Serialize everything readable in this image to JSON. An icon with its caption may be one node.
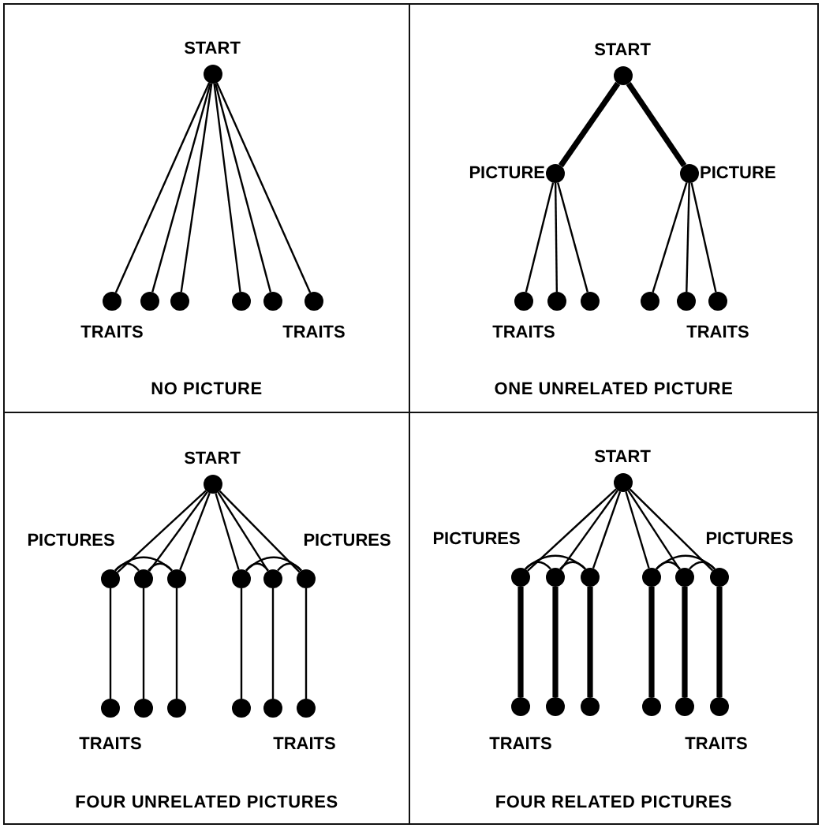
{
  "diagram": {
    "nodes": [
      {
        "text": [
          "NO PICTURE"
        ]
      },
      {
        "text": [
          "START"
        ],
        "in": 0
      },
      {
        "text": [],
        "shape": "circle",
        "in": 0
      },
      {
        "text": [],
        "shape": "circle",
        "in": 0
      },
      {
        "text": [],
        "shape": "circle",
        "in": 0
      },
      {
        "text": [],
        "shape": "circle",
        "in": 0
      },
      {
        "text": [],
        "shape": "circle",
        "in": 0
      },
      {
        "text": [],
        "shape": "circle",
        "in": 0
      },
      {
        "text": [
          "ONE UNRELATED PICTURE"
        ]
      },
      {
        "text": [
          "START"
        ],
        "in": 8
      },
      {
        "text": [
          "PICTURE"
        ],
        "in": 8
      },
      {
        "text": [
          "PICTURE"
        ],
        "in": 8
      },
      {
        "text": [],
        "shape": "circle",
        "in": 8
      },
      {
        "text": [],
        "shape": "circle",
        "in": 8
      },
      {
        "text": [],
        "shape": "circle",
        "in": 8
      },
      {
        "text": [],
        "shape": "circle",
        "in": 8
      },
      {
        "text": [],
        "shape": "circle",
        "in": 8
      },
      {
        "text": [],
        "shape": "circle",
        "in": 8
      },
      {
        "text": [
          "FOUR UNRELATED PICTURES"
        ]
      },
      {
        "text": [
          "START"
        ],
        "in": 18
      },
      {
        "text": [],
        "shape": "circle",
        "in": 18
      },
      {
        "text": [],
        "shape": "circle",
        "in": 18
      },
      {
        "text": [],
        "shape": "circle",
        "in": 18
      },
      {
        "text": [],
        "shape": "circle",
        "in": 18
      },
      {
        "text": [],
        "shape": "circle",
        "in": 18
      },
      {
        "text": [],
        "shape": "circle",
        "in": 18
      },
      {
        "text": [],
        "shape": "circle",
        "in": 18
      },
      {
        "text": [],
        "shape": "circle",
        "in": 18
      },
      {
        "text": [],
        "shape": "circle",
        "in": 18
      },
      {
        "text": [],
        "shape": "circle",
        "in": 18
      },
      {
        "text": [],
        "shape": "circle",
        "in": 18
      },
      {
        "text": [],
        "shape": "circle",
        "in": 18
      },
      {
        "text": [
          "FOUR RELATED PICTURES"
        ]
      },
      {
        "text": [
          "START"
        ],
        "in": 32
      },
      {
        "text": [],
        "shape": "circle",
        "in": 32
      },
      {
        "text": [],
        "shape": "circle",
        "in": 32
      },
      {
        "text": [],
        "shape": "circle",
        "in": 32
      },
      {
        "text": [],
        "shape": "circle",
        "in": 32
      },
      {
        "text": [],
        "shape": "circle",
        "in": 32
      },
      {
        "text": [],
        "shape": "circle",
        "in": 32
      },
      {
        "text": [],
        "shape": "circle",
        "in": 32
      },
      {
        "text": [],
        "shape": "circle",
        "in": 32
      },
      {
        "text": [],
        "shape": "circle",
        "in": 32
      },
      {
        "text": [],
        "shape": "circle",
        "in": 32
      },
      {
        "text": [],
        "shape": "circle",
        "in": 32
      },
      {
        "text": [],
        "shape": "circle",
        "in": 32
      }
    ],
    "edges": [
      {
        "from": 1,
        "to": 2,
        "arrow": "none"
      },
      {
        "from": 1,
        "to": 3,
        "arrow": "none"
      },
      {
        "from": 1,
        "to": 4,
        "arrow": "none"
      },
      {
        "from": 1,
        "to": 5,
        "arrow": "none"
      },
      {
        "from": 1,
        "to": 6,
        "arrow": "none"
      },
      {
        "from": 1,
        "to": 7,
        "arrow": "none"
      },
      {
        "from": 9,
        "to": 10,
        "arrow": "none",
        "style": "thick"
      },
      {
        "from": 9,
        "to": 11,
        "arrow": "none",
        "style": "thick"
      },
      {
        "from": 10,
        "to": 12,
        "arrow": "none"
      },
      {
        "from": 10,
        "to": 13,
        "arrow": "none"
      },
      {
        "from": 10,
        "to": 14,
        "arrow": "none"
      },
      {
        "from": 11,
        "to": 15,
        "arrow": "none"
      },
      {
        "from": 11,
        "to": 16,
        "arrow": "none"
      },
      {
        "from": 11,
        "to": 17,
        "arrow": "none"
      },
      {
        "from": 19,
        "to": 20,
        "arrow": "none"
      },
      {
        "from": 19,
        "to": 21,
        "arrow": "none"
      },
      {
        "from": 19,
        "to": 22,
        "arrow": "none"
      },
      {
        "from": 19,
        "to": 23,
        "arrow": "none"
      },
      {
        "from": 19,
        "to": 24,
        "arrow": "none"
      },
      {
        "from": 19,
        "to": 25,
        "arrow": "none"
      },
      {
        "from": 20,
        "to": 21,
        "arrow": "none"
      },
      {
        "from": 21,
        "to": 22,
        "arrow": "none"
      },
      {
        "from": 20,
        "to": 22,
        "arrow": "none"
      },
      {
        "from": 23,
        "to": 24,
        "arrow": "none"
      },
      {
        "from": 24,
        "to": 25,
        "arrow": "none"
      },
      {
        "from": 23,
        "to": 25,
        "arrow": "none"
      },
      {
        "from": 20,
        "to": 26,
        "arrow": "none"
      },
      {
        "from": 21,
        "to": 27,
        "arrow": "none"
      },
      {
        "from": 22,
        "to": 28,
        "arrow": "none"
      },
      {
        "from": 23,
        "to": 29,
        "arrow": "none"
      },
      {
        "from": 24,
        "to": 30,
        "arrow": "none"
      },
      {
        "from": 25,
        "to": 31,
        "arrow": "none"
      },
      {
        "from": 33,
        "to": 34,
        "arrow": "none"
      },
      {
        "from": 33,
        "to": 35,
        "arrow": "none"
      },
      {
        "from": 33,
        "to": 36,
        "arrow": "none"
      },
      {
        "from": 33,
        "to": 37,
        "arrow": "none"
      },
      {
        "from": 33,
        "to": 38,
        "arrow": "none"
      },
      {
        "from": 33,
        "to": 39,
        "arrow": "none"
      },
      {
        "from": 34,
        "to": 35,
        "arrow": "none"
      },
      {
        "from": 35,
        "to": 36,
        "arrow": "none"
      },
      {
        "from": 34,
        "to": 36,
        "arrow": "none"
      },
      {
        "from": 37,
        "to": 38,
        "arrow": "none"
      },
      {
        "from": 38,
        "to": 39,
        "arrow": "none"
      },
      {
        "from": 37,
        "to": 39,
        "arrow": "none"
      },
      {
        "from": 34,
        "to": 40,
        "arrow": "none",
        "style": "thick"
      },
      {
        "from": 35,
        "to": 41,
        "arrow": "none",
        "style": "thick"
      },
      {
        "from": 36,
        "to": 42,
        "arrow": "none",
        "style": "thick"
      },
      {
        "from": 37,
        "to": 43,
        "arrow": "none",
        "style": "thick"
      },
      {
        "from": 38,
        "to": 44,
        "arrow": "none",
        "style": "thick"
      },
      {
        "from": 39,
        "to": 45,
        "arrow": "none",
        "style": "thick"
      }
    ],
    "labels": [
      "TRAITS",
      "TRAITS",
      "TRAITS",
      "TRAITS",
      "PICTURES",
      "PICTURES",
      "TRAITS",
      "TRAITS",
      "PICTURES",
      "PICTURES",
      "TRAITS",
      "TRAITS"
    ]
  }
}
